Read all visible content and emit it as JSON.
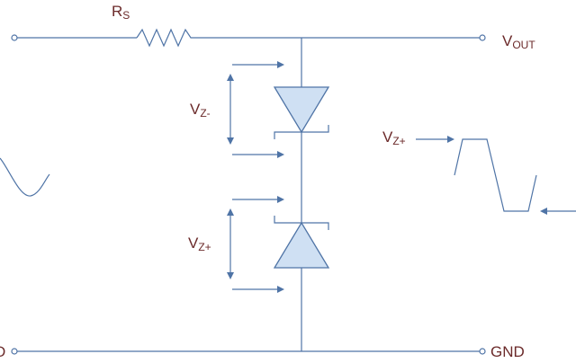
{
  "labels": {
    "rs": {
      "main": "R",
      "sub": "S"
    },
    "vout": {
      "main": "V",
      "sub": "OUT"
    },
    "gnd": "GND",
    "in_gnd_fragment": "D",
    "vz_minus_left": {
      "main": "V",
      "sub": "Z-"
    },
    "vz_plus_left": {
      "main": "V",
      "sub": "Z+"
    },
    "vz_plus_right": {
      "main": "V",
      "sub": "Z+"
    }
  },
  "colors": {
    "wire": "#4f74a6",
    "diode_fill": "#cfe0f3",
    "label_text": "#6b2a2a"
  }
}
